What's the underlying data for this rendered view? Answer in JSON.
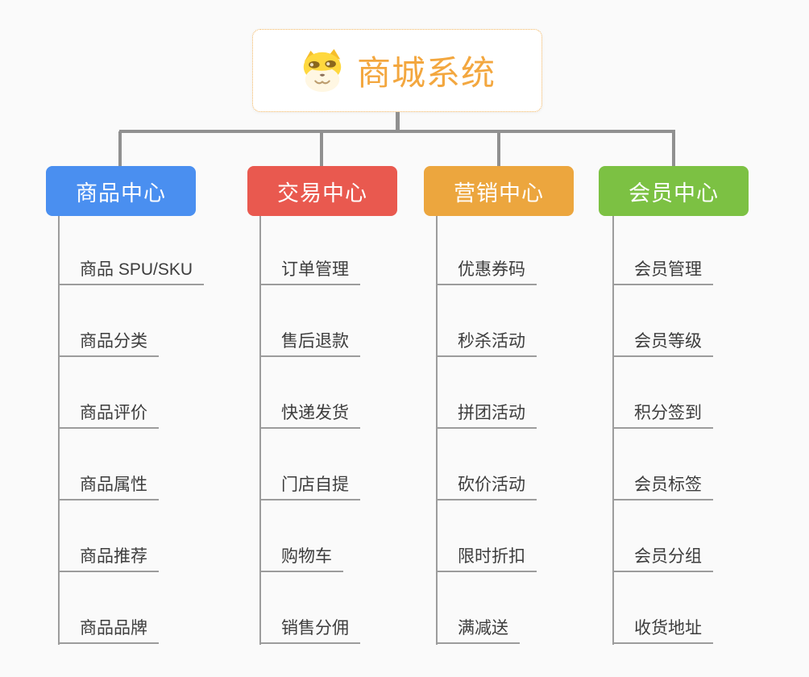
{
  "page": {
    "background_color": "#fafafa",
    "connector_color": "#909090",
    "underline_color": "#9c9c9c",
    "child_text_color": "#3d3d3d"
  },
  "root": {
    "label": "商城系统",
    "icon": "doge-dog-face-icon",
    "text_color": "#f3a73f",
    "border_color": "#f3b55e"
  },
  "branches": [
    {
      "label": "商品中心",
      "color": "#4a8ff0",
      "children": [
        "商品 SPU/SKU",
        "商品分类",
        "商品评价",
        "商品属性",
        "商品推荐",
        "商品品牌"
      ]
    },
    {
      "label": "交易中心",
      "color": "#e9594f",
      "children": [
        "订单管理",
        "售后退款",
        "快递发货",
        "门店自提",
        "购物车",
        "销售分佣"
      ]
    },
    {
      "label": "营销中心",
      "color": "#eca63e",
      "children": [
        "优惠券码",
        "秒杀活动",
        "拼团活动",
        "砍价活动",
        "限时折扣",
        "满减送"
      ]
    },
    {
      "label": "会员中心",
      "color": "#7cc143",
      "children": [
        "会员管理",
        "会员等级",
        "积分签到",
        "会员标签",
        "会员分组",
        "收货地址"
      ]
    }
  ]
}
